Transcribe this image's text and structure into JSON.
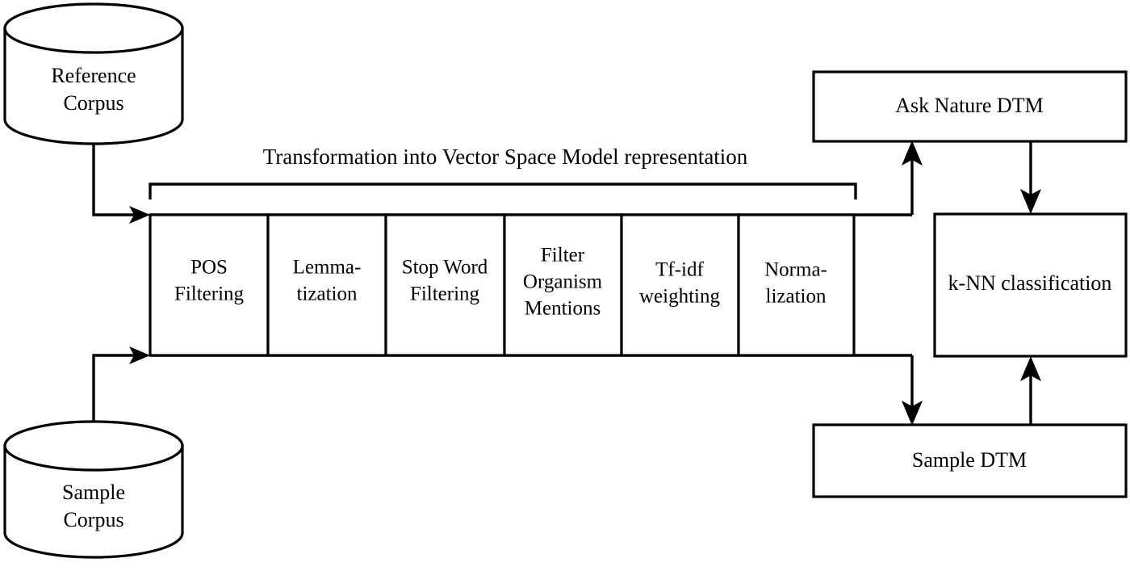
{
  "diagram": {
    "title": "Transformation into Vector Space Model representation",
    "caption": {
      "text": "Transformation into Vector Space Model representation",
      "name": "pipeline-caption"
    },
    "colors": {
      "stroke": "#000000",
      "fill": "#ffffff",
      "background": "#ffffff"
    },
    "datastores": [
      {
        "id": "reference-corpus",
        "line1": "Reference",
        "line2": "Corpus",
        "shape": "cylinder"
      },
      {
        "id": "sample-corpus",
        "line1": "Sample",
        "line2": "Corpus",
        "shape": "cylinder"
      }
    ],
    "pipeline": {
      "name": "vector-space-model-pipeline",
      "cells": [
        {
          "id": "pos-filtering",
          "line1": "POS",
          "line2": "Filtering",
          "line3": ""
        },
        {
          "id": "lemmatization",
          "line1": "Lemma-",
          "line2": "tization",
          "line3": ""
        },
        {
          "id": "stop-word-filtering",
          "line1": "Stop Word",
          "line2": "Filtering",
          "line3": ""
        },
        {
          "id": "filter-organism-mentions",
          "line1": "Filter",
          "line2": "Organism",
          "line3": "Mentions"
        },
        {
          "id": "tf-idf-weighting",
          "line1": "Tf-idf",
          "line2": "weighting",
          "line3": ""
        },
        {
          "id": "normalization",
          "line1": "Norma-",
          "line2": "lization",
          "line3": ""
        }
      ]
    },
    "processes": [
      {
        "id": "ask-nature-dtm",
        "label": "Ask Nature DTM"
      },
      {
        "id": "knn-classification",
        "label": "k-NN classification"
      },
      {
        "id": "sample-dtm",
        "label": "Sample DTM"
      }
    ],
    "edges": [
      {
        "id": "reference-corpus-to-pipeline",
        "from": "reference-corpus",
        "to": "vector-space-model-pipeline"
      },
      {
        "id": "sample-corpus-to-pipeline",
        "from": "sample-corpus",
        "to": "vector-space-model-pipeline"
      },
      {
        "id": "pipeline-to-ask-nature-dtm",
        "from": "vector-space-model-pipeline",
        "to": "ask-nature-dtm"
      },
      {
        "id": "pipeline-to-sample-dtm",
        "from": "vector-space-model-pipeline",
        "to": "sample-dtm"
      },
      {
        "id": "ask-nature-dtm-to-knn",
        "from": "ask-nature-dtm",
        "to": "knn-classification"
      },
      {
        "id": "sample-dtm-to-knn",
        "from": "sample-dtm",
        "to": "knn-classification"
      }
    ]
  }
}
